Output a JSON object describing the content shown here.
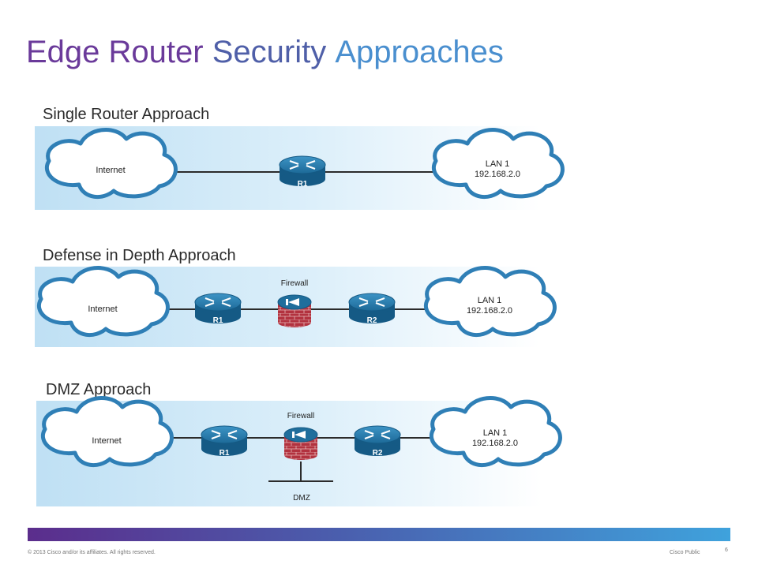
{
  "title": {
    "word1": "Edge Router",
    "word2": "Security",
    "word3": "Approaches"
  },
  "sections": [
    {
      "label": "Single Router Approach"
    },
    {
      "label": "Defense in Depth Approach"
    },
    {
      "label": "DMZ Approach"
    }
  ],
  "diagram": {
    "internet": "Internet",
    "lan_name": "LAN 1",
    "lan_network": "192.168.2.0",
    "r1": "R1",
    "r2": "R2",
    "firewall": "Firewall",
    "dmz": "DMZ"
  },
  "footer": {
    "copyright": "© 2013 Cisco and/or its affiliates. All rights reserved.",
    "classification": "Cisco Public",
    "page": "6"
  },
  "colors": {
    "title_purple": "#6a3a9a",
    "title_blue": "#4a8fcf",
    "router": "#1f6e9c",
    "cloud_outline": "#2f7fb6",
    "firewall": "#b03040"
  }
}
